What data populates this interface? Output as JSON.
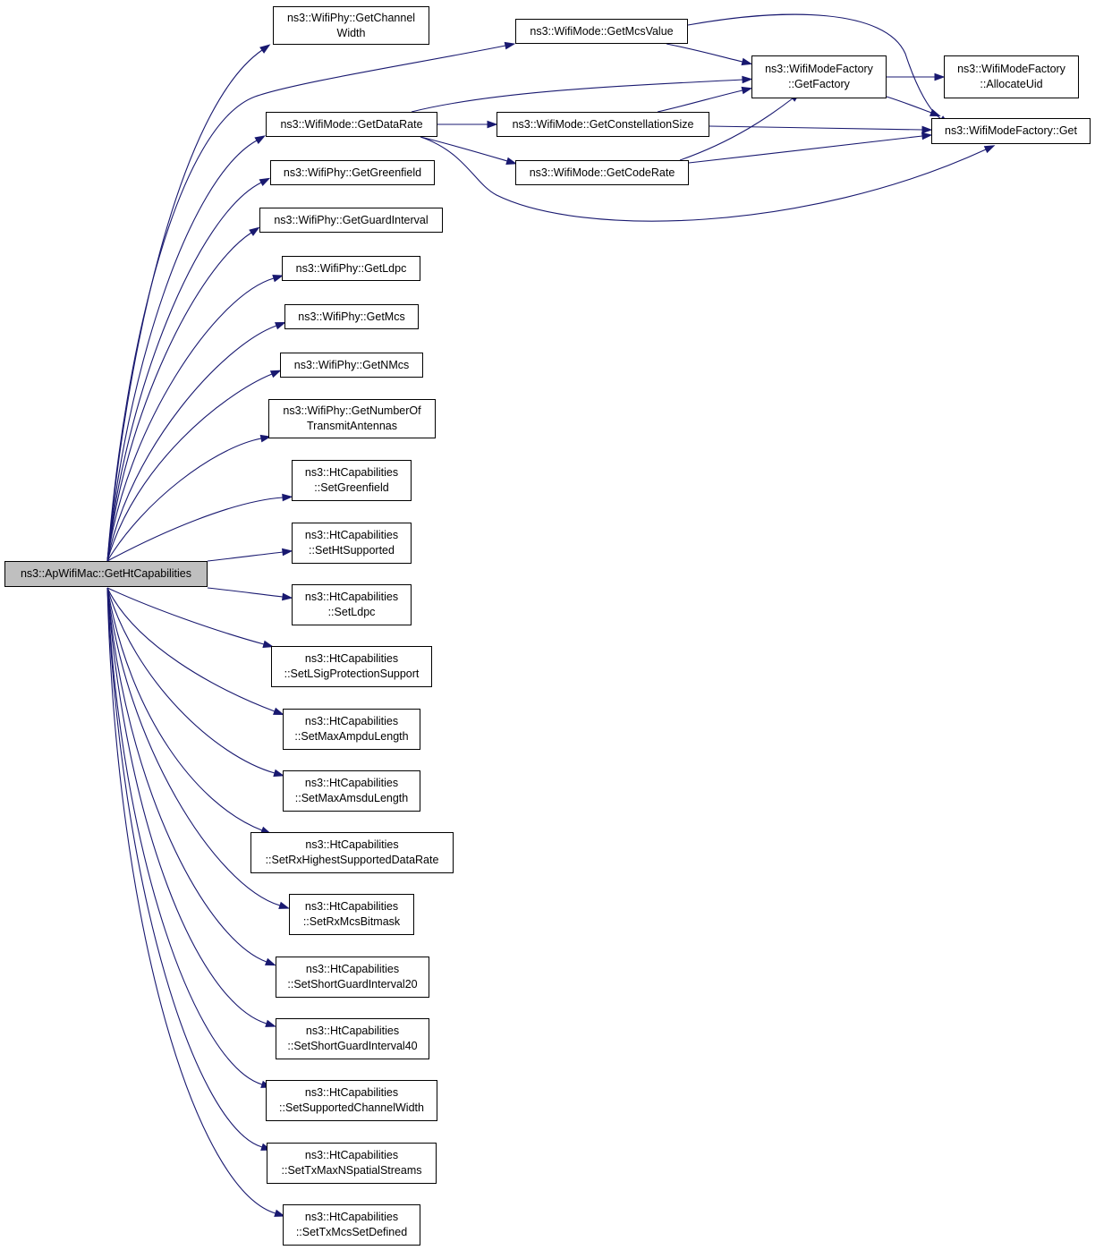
{
  "colors": {
    "edge": "#191970",
    "root_fill": "#bfbfbf",
    "node_fill": "#ffffff",
    "border": "#000000"
  },
  "nodes": [
    {
      "id": "root",
      "lines": [
        "ns3::ApWifiMac::GetHtCapabilities"
      ]
    },
    {
      "id": "phy_chwidth",
      "lines": [
        "ns3::WifiPhy::GetChannel",
        "Width"
      ]
    },
    {
      "id": "mode_mcsvalue",
      "lines": [
        "ns3::WifiMode::GetMcsValue"
      ]
    },
    {
      "id": "mode_datarate",
      "lines": [
        "ns3::WifiMode::GetDataRate"
      ]
    },
    {
      "id": "mode_constsize",
      "lines": [
        "ns3::WifiMode::GetConstellationSize"
      ]
    },
    {
      "id": "mode_coderate",
      "lines": [
        "ns3::WifiMode::GetCodeRate"
      ]
    },
    {
      "id": "factory_getfactory",
      "lines": [
        "ns3::WifiModeFactory",
        "::GetFactory"
      ]
    },
    {
      "id": "factory_allocuid",
      "lines": [
        "ns3::WifiModeFactory",
        "::AllocateUid"
      ]
    },
    {
      "id": "factory_get",
      "lines": [
        "ns3::WifiModeFactory::Get"
      ]
    },
    {
      "id": "phy_greenfield",
      "lines": [
        "ns3::WifiPhy::GetGreenfield"
      ]
    },
    {
      "id": "phy_guardint",
      "lines": [
        "ns3::WifiPhy::GetGuardInterval"
      ]
    },
    {
      "id": "phy_ldpc",
      "lines": [
        "ns3::WifiPhy::GetLdpc"
      ]
    },
    {
      "id": "phy_mcs",
      "lines": [
        "ns3::WifiPhy::GetMcs"
      ]
    },
    {
      "id": "phy_nmcs",
      "lines": [
        "ns3::WifiPhy::GetNMcs"
      ]
    },
    {
      "id": "phy_ntxant",
      "lines": [
        "ns3::WifiPhy::GetNumberOf",
        "TransmitAntennas"
      ]
    },
    {
      "id": "ht_greenfield",
      "lines": [
        "ns3::HtCapabilities",
        "::SetGreenfield"
      ]
    },
    {
      "id": "ht_htsupported",
      "lines": [
        "ns3::HtCapabilities",
        "::SetHtSupported"
      ]
    },
    {
      "id": "ht_ldpc",
      "lines": [
        "ns3::HtCapabilities",
        "::SetLdpc"
      ]
    },
    {
      "id": "ht_lsig",
      "lines": [
        "ns3::HtCapabilities",
        "::SetLSigProtectionSupport"
      ]
    },
    {
      "id": "ht_maxampdu",
      "lines": [
        "ns3::HtCapabilities",
        "::SetMaxAmpduLength"
      ]
    },
    {
      "id": "ht_maxamsdu",
      "lines": [
        "ns3::HtCapabilities",
        "::SetMaxAmsduLength"
      ]
    },
    {
      "id": "ht_rxhighest",
      "lines": [
        "ns3::HtCapabilities",
        "::SetRxHighestSupportedDataRate"
      ]
    },
    {
      "id": "ht_rxmcs",
      "lines": [
        "ns3::HtCapabilities",
        "::SetRxMcsBitmask"
      ]
    },
    {
      "id": "ht_sgi20",
      "lines": [
        "ns3::HtCapabilities",
        "::SetShortGuardInterval20"
      ]
    },
    {
      "id": "ht_sgi40",
      "lines": [
        "ns3::HtCapabilities",
        "::SetShortGuardInterval40"
      ]
    },
    {
      "id": "ht_suppchw",
      "lines": [
        "ns3::HtCapabilities",
        "::SetSupportedChannelWidth"
      ]
    },
    {
      "id": "ht_txmaxnss",
      "lines": [
        "ns3::HtCapabilities",
        "::SetTxMaxNSpatialStreams"
      ]
    },
    {
      "id": "ht_txmcsset",
      "lines": [
        "ns3::HtCapabilities",
        "::SetTxMcsSetDefined"
      ]
    }
  ],
  "edges": [
    [
      "root",
      "phy_chwidth"
    ],
    [
      "root",
      "mode_mcsvalue"
    ],
    [
      "root",
      "mode_datarate"
    ],
    [
      "root",
      "phy_greenfield"
    ],
    [
      "root",
      "phy_guardint"
    ],
    [
      "root",
      "phy_ldpc"
    ],
    [
      "root",
      "phy_mcs"
    ],
    [
      "root",
      "phy_nmcs"
    ],
    [
      "root",
      "phy_ntxant"
    ],
    [
      "root",
      "ht_greenfield"
    ],
    [
      "root",
      "ht_htsupported"
    ],
    [
      "root",
      "ht_ldpc"
    ],
    [
      "root",
      "ht_lsig"
    ],
    [
      "root",
      "ht_maxampdu"
    ],
    [
      "root",
      "ht_maxamsdu"
    ],
    [
      "root",
      "ht_rxhighest"
    ],
    [
      "root",
      "ht_rxmcs"
    ],
    [
      "root",
      "ht_sgi20"
    ],
    [
      "root",
      "ht_sgi40"
    ],
    [
      "root",
      "ht_suppchw"
    ],
    [
      "root",
      "ht_txmaxnss"
    ],
    [
      "root",
      "ht_txmcsset"
    ],
    [
      "mode_mcsvalue",
      "factory_getfactory"
    ],
    [
      "mode_mcsvalue",
      "factory_get"
    ],
    [
      "mode_datarate",
      "factory_getfactory"
    ],
    [
      "mode_datarate",
      "mode_constsize"
    ],
    [
      "mode_datarate",
      "mode_coderate"
    ],
    [
      "mode_datarate",
      "factory_get"
    ],
    [
      "mode_constsize",
      "factory_getfactory"
    ],
    [
      "mode_constsize",
      "factory_get"
    ],
    [
      "mode_coderate",
      "factory_getfactory"
    ],
    [
      "mode_coderate",
      "factory_get"
    ],
    [
      "factory_getfactory",
      "factory_allocuid"
    ],
    [
      "factory_getfactory",
      "factory_get"
    ]
  ]
}
